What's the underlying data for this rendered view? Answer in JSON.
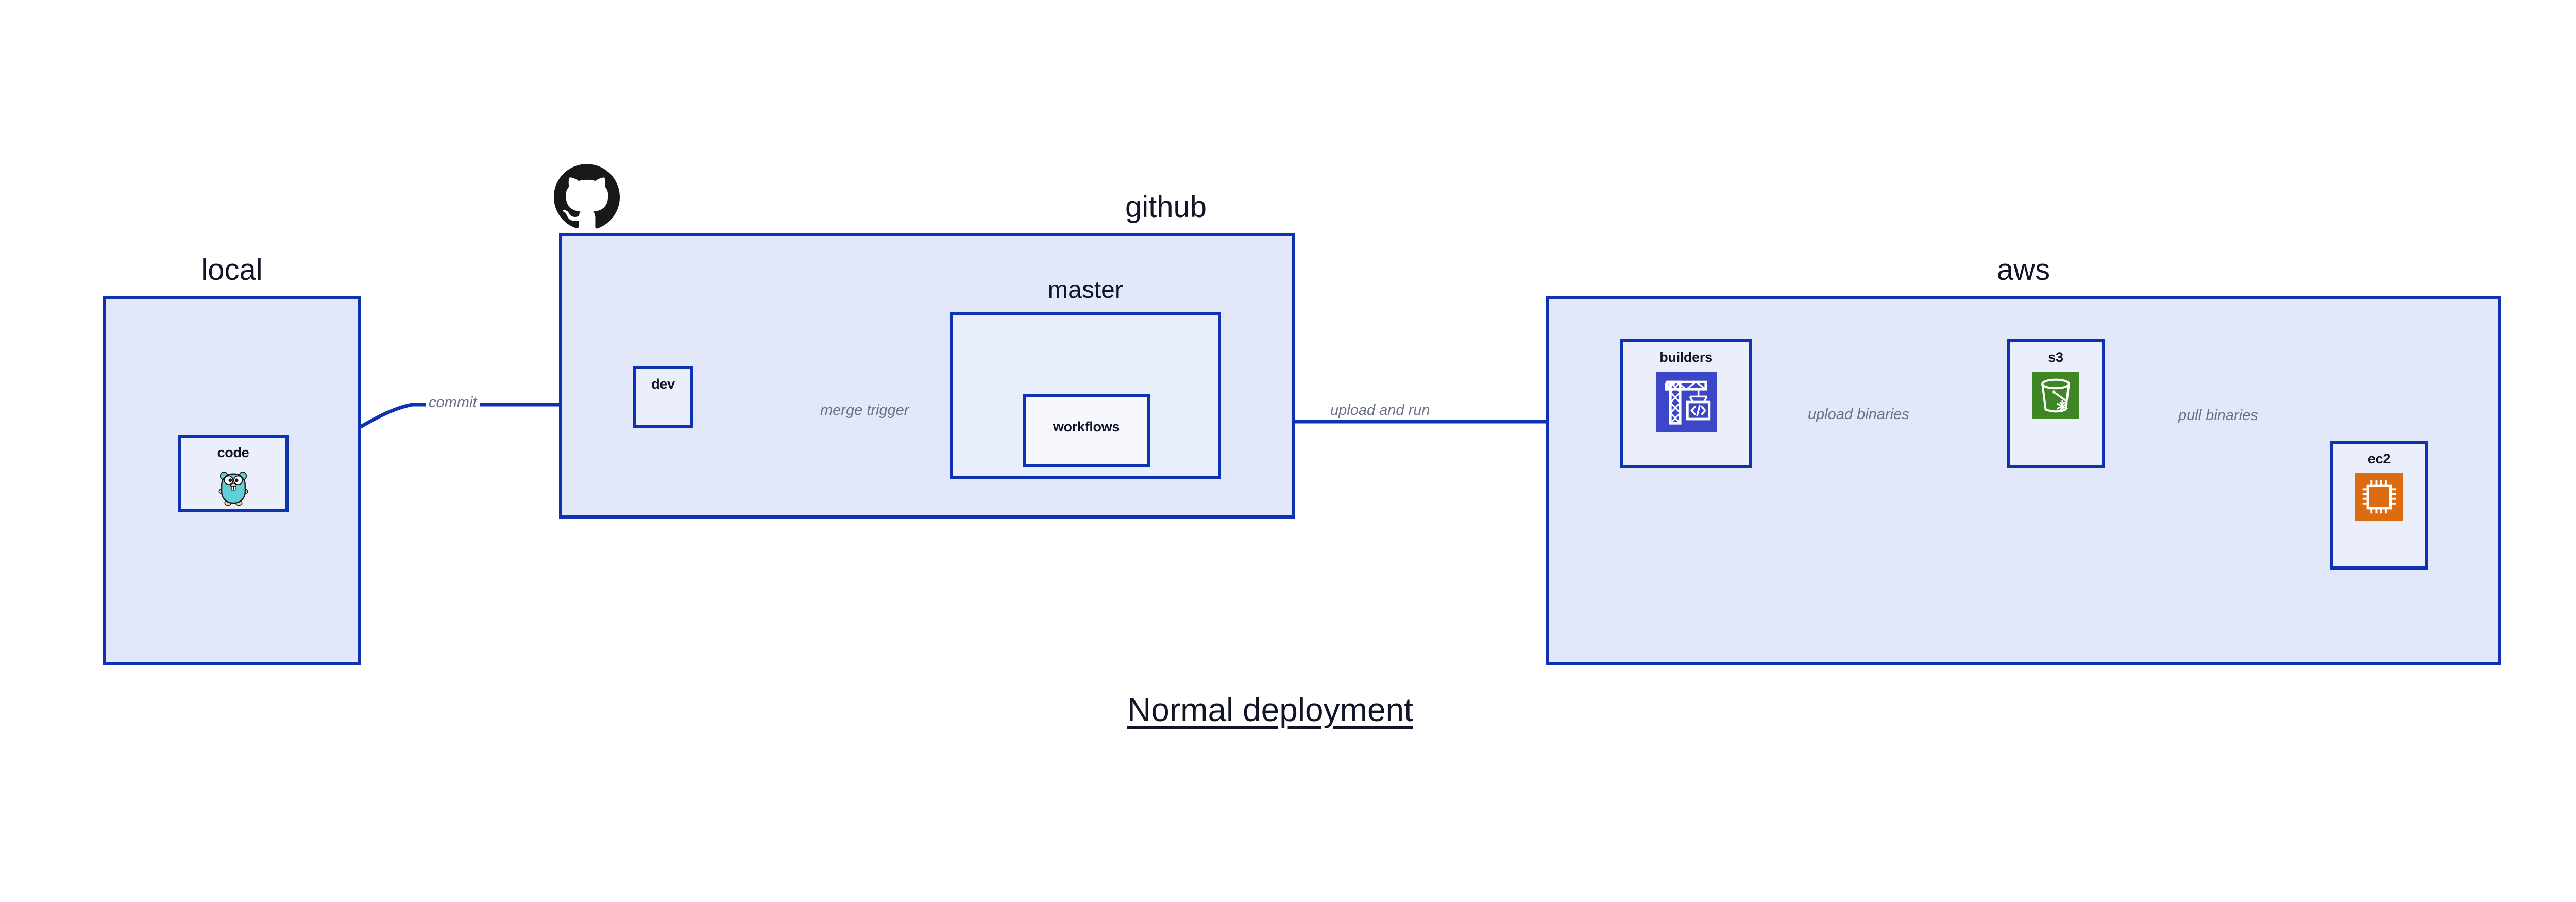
{
  "diagram": {
    "title": "Normal deployment",
    "colors": {
      "group_fill": "#e2e7fa",
      "node_fill": "#eaeffb",
      "border": "#0d33b2",
      "edge": "#0d33b2",
      "edge_label": "#6a7086",
      "text": "#121528",
      "codebuild": "#3c46c8",
      "s3": "#3f8624",
      "ec2": "#dd6b10",
      "gopher": "#5fcfd8",
      "octocat": "#18181b"
    },
    "groups": [
      {
        "id": "local",
        "label": "local"
      },
      {
        "id": "github",
        "label": "github"
      },
      {
        "id": "master",
        "label": "master"
      },
      {
        "id": "aws",
        "label": "aws"
      }
    ],
    "nodes": [
      {
        "id": "code",
        "label": "code",
        "icon": "go-gopher-icon",
        "group": "local"
      },
      {
        "id": "dev",
        "label": "dev",
        "icon": "none",
        "group": "github"
      },
      {
        "id": "workflows",
        "label": "workflows",
        "icon": "none",
        "group": "master"
      },
      {
        "id": "builders",
        "label": "builders",
        "icon": "aws-codebuild-icon",
        "group": "aws"
      },
      {
        "id": "s3",
        "label": "s3",
        "icon": "aws-s3-bucket-icon",
        "group": "aws"
      },
      {
        "id": "ec2",
        "label": "ec2",
        "icon": "aws-ec2-chip-icon",
        "group": "aws"
      }
    ],
    "edges": [
      {
        "id": "commit",
        "label": "commit",
        "from": "code",
        "to": "dev"
      },
      {
        "id": "merge-trigger",
        "label": "merge trigger",
        "from": "dev",
        "to": "workflows"
      },
      {
        "id": "upload-and-run",
        "label": "upload and run",
        "from": "workflows",
        "to": "builders"
      },
      {
        "id": "upload-binaries",
        "label": "upload binaries",
        "from": "builders",
        "to": "s3"
      },
      {
        "id": "pull-binaries",
        "label": "pull binaries",
        "from": "s3",
        "to": "ec2"
      }
    ],
    "logos": [
      {
        "id": "github-octocat",
        "name": "github-octocat-logo"
      }
    ]
  }
}
